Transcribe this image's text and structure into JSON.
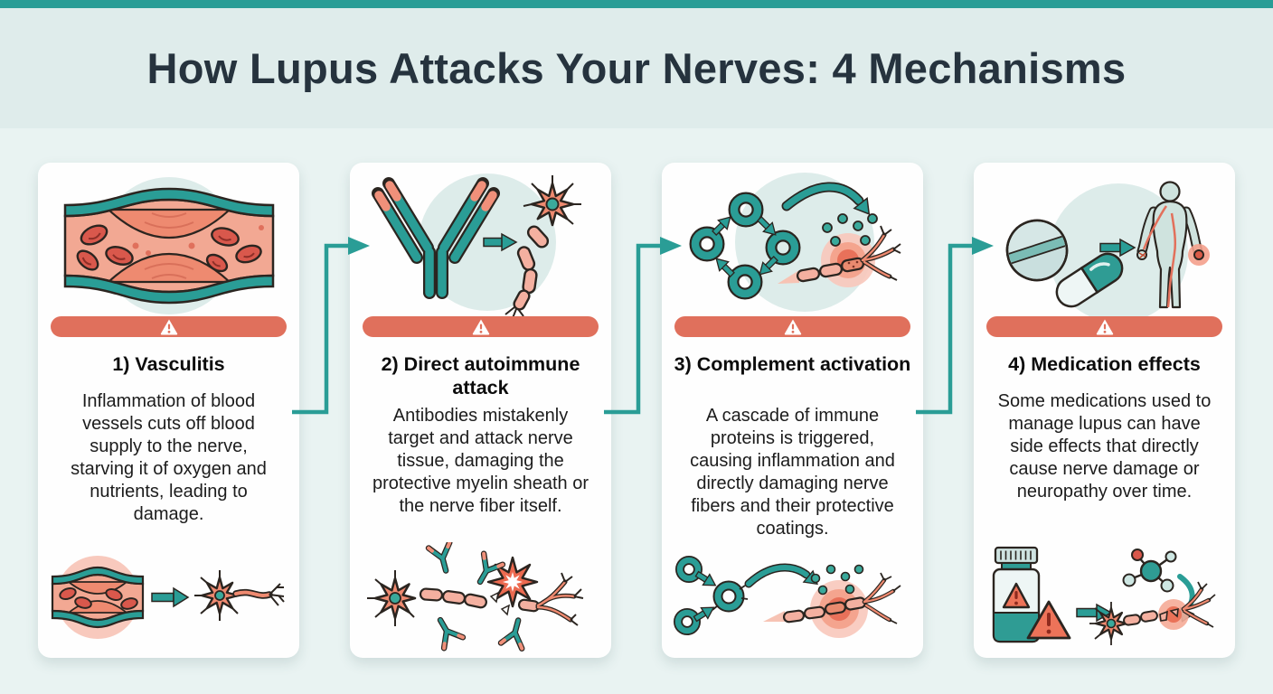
{
  "header": {
    "title": "How Lupus Attacks Your Nerves: 4 Mechanisms"
  },
  "colors": {
    "accent_teal": "#2a9d96",
    "warning_banner_salmon": "#e0705c",
    "illustration_salmon": "#ee8a70",
    "blood_cell_red": "#d9584c",
    "page_background": "#e9f3f2",
    "header_background": "#dfeceb",
    "card_background": "#fefefe",
    "title_text": "#26333e",
    "body_text": "#1c1c1c"
  },
  "icons": {
    "warning": "warning-triangle-icon",
    "flow_connector": "elbow-arrow-icon"
  },
  "cards": [
    {
      "title": "1) Vasculitis",
      "description": "Inflammation of blood vessels cuts off blood supply to the nerve, starving it of oxygen and nutrients, leading to damage.",
      "top_illustration": "inflamed-blood-vessel-icon",
      "bottom_illustration": "blood-vessel-to-nerve-icon"
    },
    {
      "title": "2) Direct autoimmune attack",
      "description": "Antibodies mistakenly target and attack nerve tissue, damaging the protective myelin sheath or the nerve fiber itself.",
      "top_illustration": "antibody-to-neuron-icon",
      "bottom_illustration": "antibodies-attacking-nerve-icon"
    },
    {
      "title": "3) Complement activation",
      "description": "A cascade of immune proteins is triggered, causing inflammation and directly damaging nerve fibers and their protective coatings.",
      "top_illustration": "complement-cascade-to-nerve-icon",
      "bottom_illustration": "complement-proteins-damaging-nerve-icon"
    },
    {
      "title": "4) Medication effects",
      "description": "Some medications used to manage lupus can have side effects that directly cause nerve damage or neuropathy over time.",
      "top_illustration": "pills-to-body-icon",
      "bottom_illustration": "pill-bottle-warning-to-nerve-icon"
    }
  ]
}
